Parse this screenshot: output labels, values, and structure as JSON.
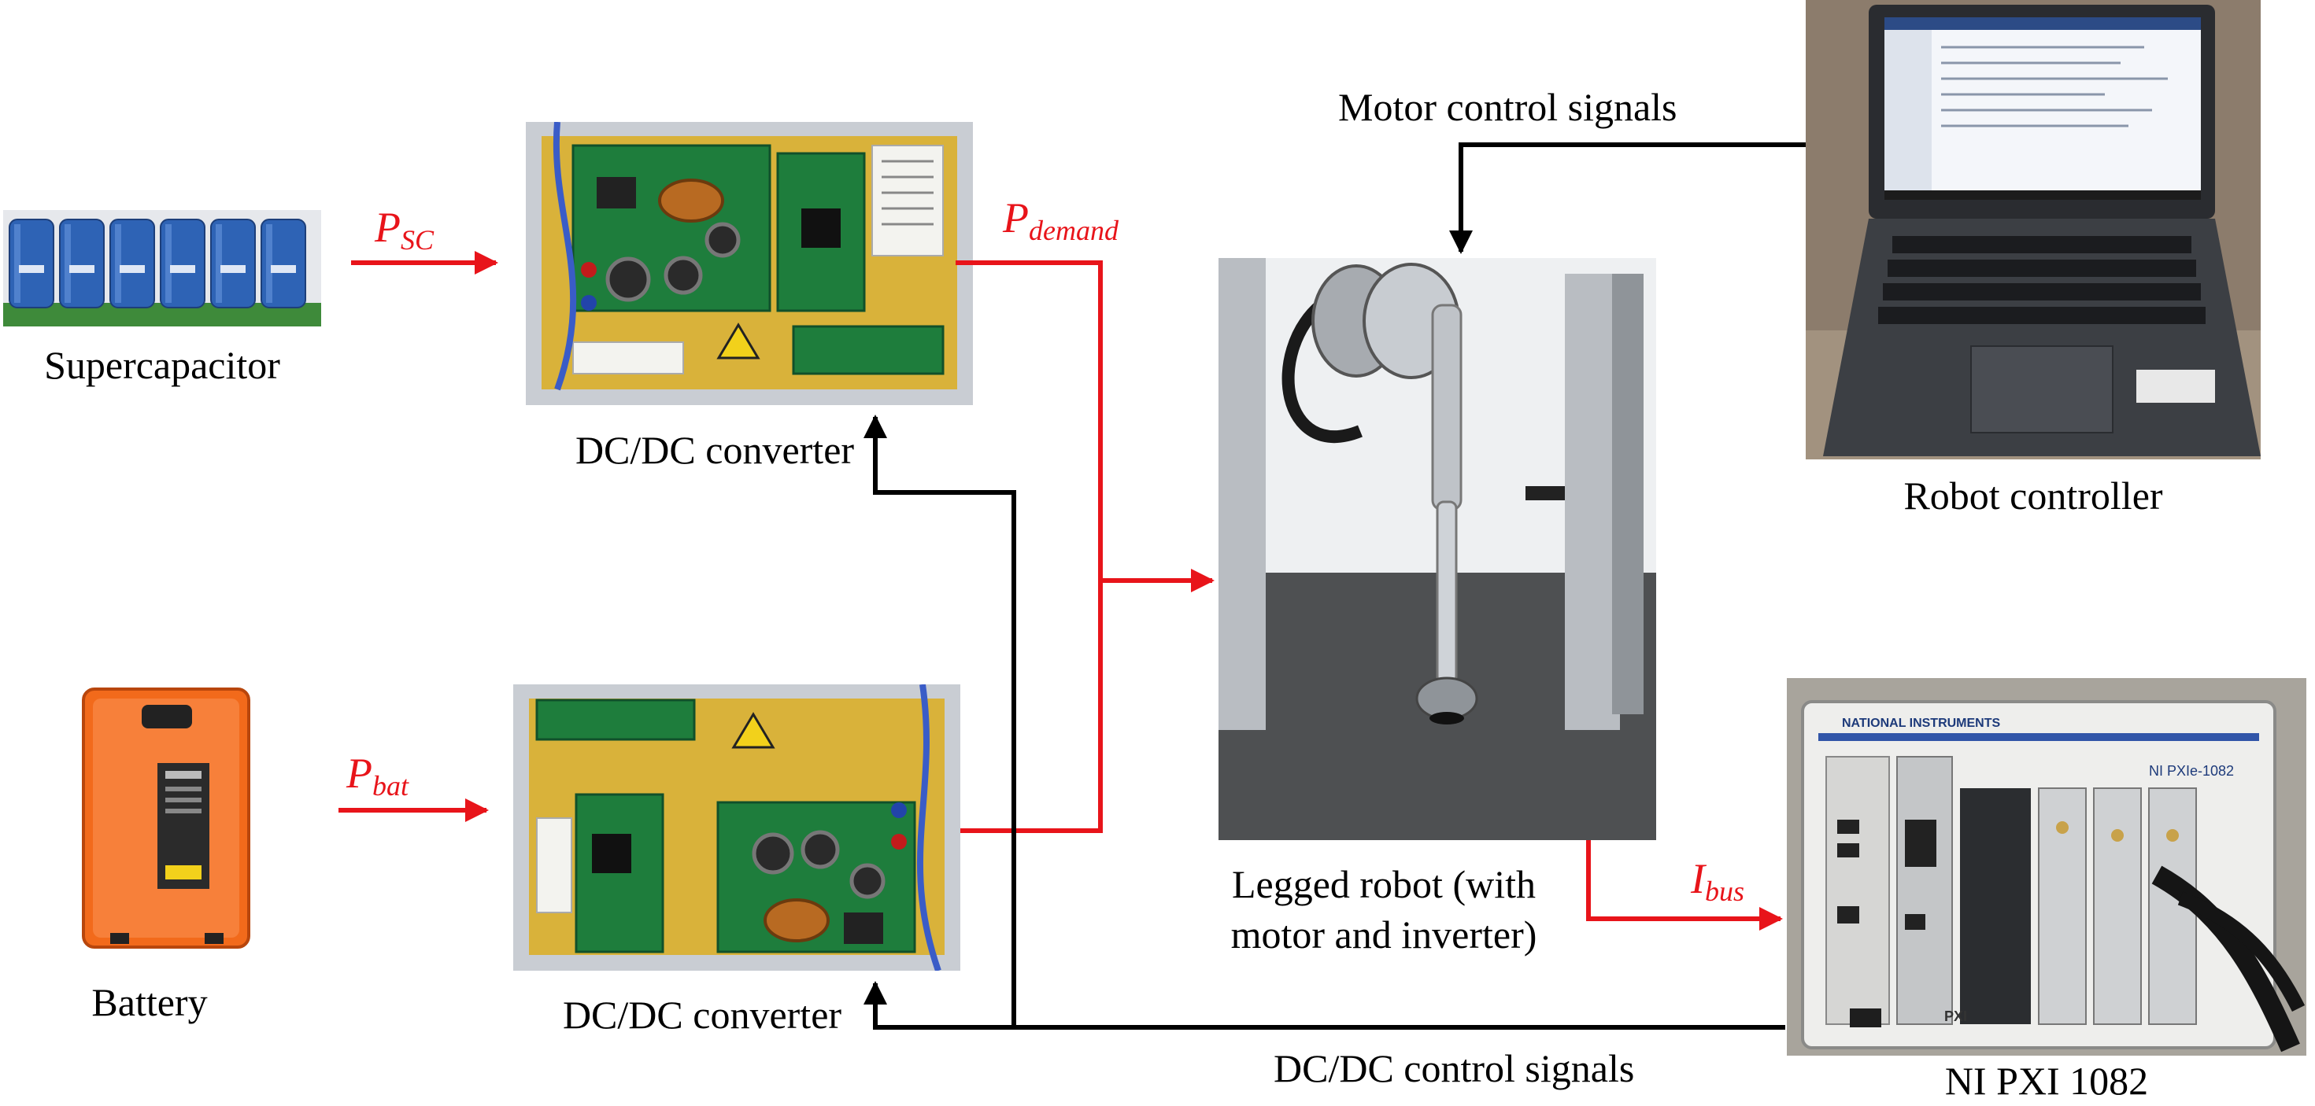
{
  "labels": {
    "supercapacitor": "Supercapacitor",
    "battery": "Battery",
    "dcdc_top": "DC/DC converter",
    "dcdc_bottom": "DC/DC converter",
    "robot_line1": "Legged robot (with",
    "robot_line2": "motor and inverter)",
    "robot_controller": "Robot controller",
    "ni_pxi": "NI PXI 1082",
    "motor_signals": "Motor control signals",
    "dcdc_signals": "DC/DC control signals"
  },
  "symbols": {
    "p_sc": {
      "base": "P",
      "sub": "SC"
    },
    "p_bat": {
      "base": "P",
      "sub": "bat"
    },
    "p_demand": {
      "base": "P",
      "sub": "demand"
    },
    "i_bus": {
      "base": "I",
      "sub": "bus"
    }
  },
  "device_text": {
    "ni_brand": "NATIONAL INSTRUMENTS",
    "ni_model": "NI PXIe-1082",
    "pxi_badge": "PXI"
  },
  "colors": {
    "power_arrow": "#e8141a",
    "signal_arrow": "#000000",
    "pcb_board": "#d9b23a",
    "battery_orange": "#f26a1b",
    "supercap_blue": "#2e63b5"
  }
}
